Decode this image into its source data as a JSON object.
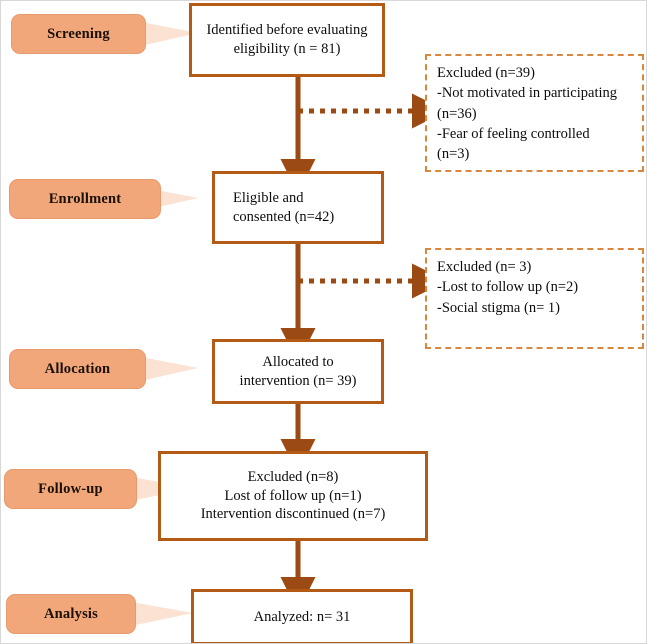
{
  "diagram": {
    "title": "CONSORT participant flow diagram",
    "colors": {
      "box_border": "#B35A17",
      "arrow": "#9C4A13",
      "dashed_border": "#D9873F",
      "tag_fill": "#F2A77A",
      "tag_tail": "#FBE2D2",
      "background": "#FFFFFF",
      "text": "#0D0D0D"
    },
    "stage_tags": [
      {
        "name": "screening",
        "label": "Screening"
      },
      {
        "name": "enrollment",
        "label": "Enrollment"
      },
      {
        "name": "allocation",
        "label": "Allocation"
      },
      {
        "name": "followup",
        "label": "Follow-up"
      },
      {
        "name": "analysis",
        "label": "Analysis"
      }
    ],
    "nodes": [
      {
        "name": "identified",
        "text": "Identified before evaluating\neligibility (n = 81)"
      },
      {
        "name": "eligible-consented",
        "text": "Eligible and\nconsented (n=42)"
      },
      {
        "name": "allocated",
        "text": "Allocated to\nintervention (n= 39)"
      },
      {
        "name": "followup-excluded",
        "text": "Excluded (n=8)\nLost of follow up (n=1)\nIntervention discontinued (n=7)"
      },
      {
        "name": "analyzed",
        "text": "Analyzed: n= 31"
      }
    ],
    "exclusions": [
      {
        "name": "excluded-screening",
        "text": "Excluded (n=39)\n-Not motivated in participating\n (n=36)\n-Fear of feeling controlled\n (n=3)"
      },
      {
        "name": "excluded-enrollment",
        "text": "Excluded (n= 3)\n-Lost to follow up (n=2)\n-Social stigma (n= 1)"
      }
    ]
  }
}
